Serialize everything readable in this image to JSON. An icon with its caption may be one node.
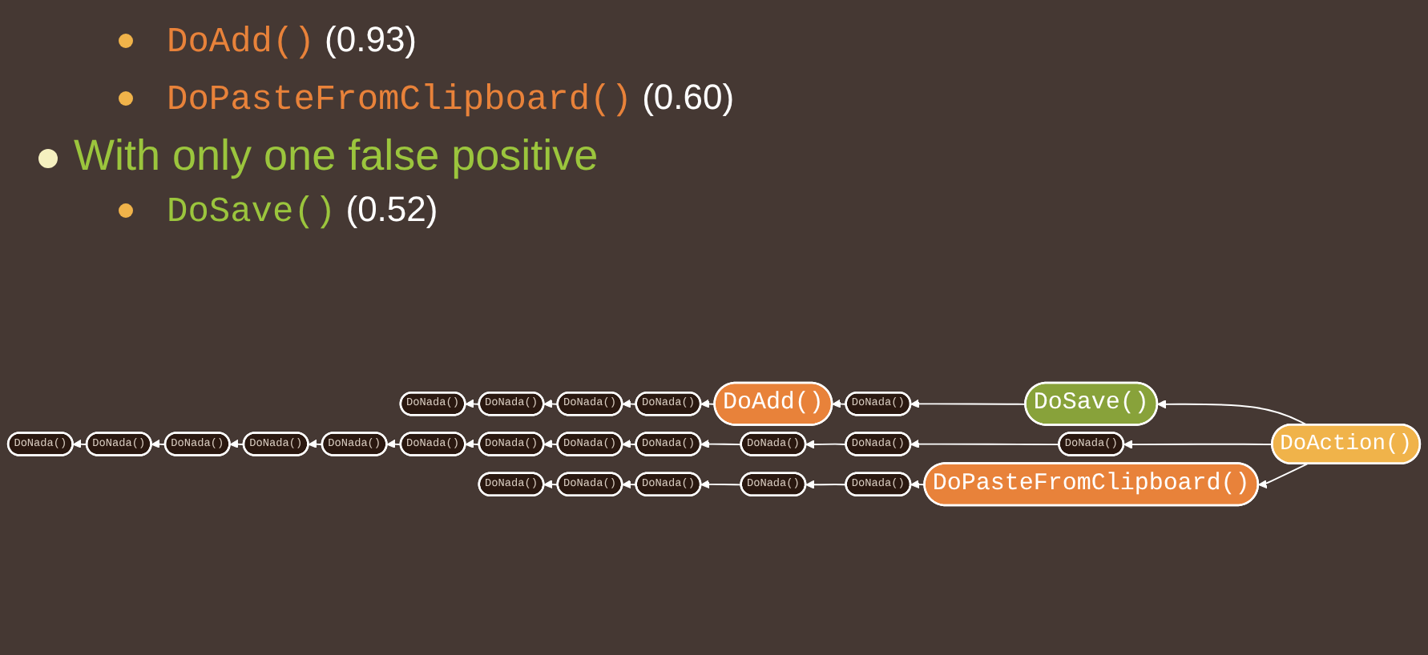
{
  "diagram": {
    "nodes": [
      {
        "text": [
          "DoAction()"
        ]
      },
      {
        "text": [
          "DoNada()"
        ]
      },
      {
        "text": [
          "DoNada()"
        ]
      },
      {
        "text": [
          "DoNada()"
        ]
      },
      {
        "text": [
          "DoNada()"
        ]
      },
      {
        "text": [
          "DoAdd()"
        ]
      },
      {
        "text": [
          "DoNada()"
        ]
      },
      {
        "text": [
          "DoSave()"
        ]
      },
      {
        "text": [
          "DoNada()"
        ]
      },
      {
        "text": [
          "DoNada()"
        ]
      },
      {
        "text": [
          "DoNada()"
        ]
      },
      {
        "text": [
          "DoNada()"
        ]
      },
      {
        "text": [
          "DoNada()"
        ]
      },
      {
        "text": [
          "DoNada()"
        ]
      },
      {
        "text": [
          "DoNada()"
        ]
      },
      {
        "text": [
          "DoNada()"
        ]
      },
      {
        "text": [
          "DoNada()"
        ]
      },
      {
        "text": [
          "DoNada()"
        ]
      },
      {
        "text": [
          "DoNada()"
        ]
      },
      {
        "text": [
          "DoNada()"
        ]
      },
      {
        "text": [
          "DoNada()"
        ]
      },
      {
        "text": [
          "DoNada()"
        ]
      },
      {
        "text": [
          "DoNada()"
        ]
      },
      {
        "text": [
          "DoNada()"
        ]
      },
      {
        "text": [
          "DoNada()"
        ]
      },
      {
        "text": [
          "DoPasteFromClipboard()"
        ]
      }
    ],
    "edges": [
      {
        "from": 0,
        "to": 7,
        "arrow": "to"
      },
      {
        "from": 0,
        "to": 19,
        "arrow": "to"
      },
      {
        "from": 0,
        "to": 25,
        "arrow": "to"
      },
      {
        "from": 7,
        "to": 6,
        "arrow": "to"
      },
      {
        "from": 6,
        "to": 5,
        "arrow": "to"
      },
      {
        "from": 5,
        "to": 4,
        "arrow": "to"
      },
      {
        "from": 4,
        "to": 3,
        "arrow": "to"
      },
      {
        "from": 3,
        "to": 2,
        "arrow": "to"
      },
      {
        "from": 2,
        "to": 1,
        "arrow": "to"
      },
      {
        "from": 19,
        "to": 18,
        "arrow": "to"
      },
      {
        "from": 18,
        "to": 17,
        "arrow": "to"
      },
      {
        "from": 17,
        "to": 16,
        "arrow": "to"
      },
      {
        "from": 16,
        "to": 15,
        "arrow": "to"
      },
      {
        "from": 15,
        "to": 14,
        "arrow": "to"
      },
      {
        "from": 14,
        "to": 13,
        "arrow": "to"
      },
      {
        "from": 13,
        "to": 12,
        "arrow": "to"
      },
      {
        "from": 12,
        "to": 11,
        "arrow": "to"
      },
      {
        "from": 11,
        "to": 10,
        "arrow": "to"
      },
      {
        "from": 10,
        "to": 9,
        "arrow": "to"
      },
      {
        "from": 9,
        "to": 8,
        "arrow": "to"
      },
      {
        "from": 25,
        "to": 24,
        "arrow": "to"
      },
      {
        "from": 24,
        "to": 23,
        "arrow": "to"
      },
      {
        "from": 23,
        "to": 22,
        "arrow": "to"
      },
      {
        "from": 22,
        "to": 21,
        "arrow": "to"
      },
      {
        "from": 21,
        "to": 20,
        "arrow": "to"
      }
    ],
    "labels": [
      "DoAdd() (0.93)",
      "DoPasteFromClipboard() (0.60)",
      "With only one false positive",
      "DoSave() (0.52)"
    ]
  }
}
